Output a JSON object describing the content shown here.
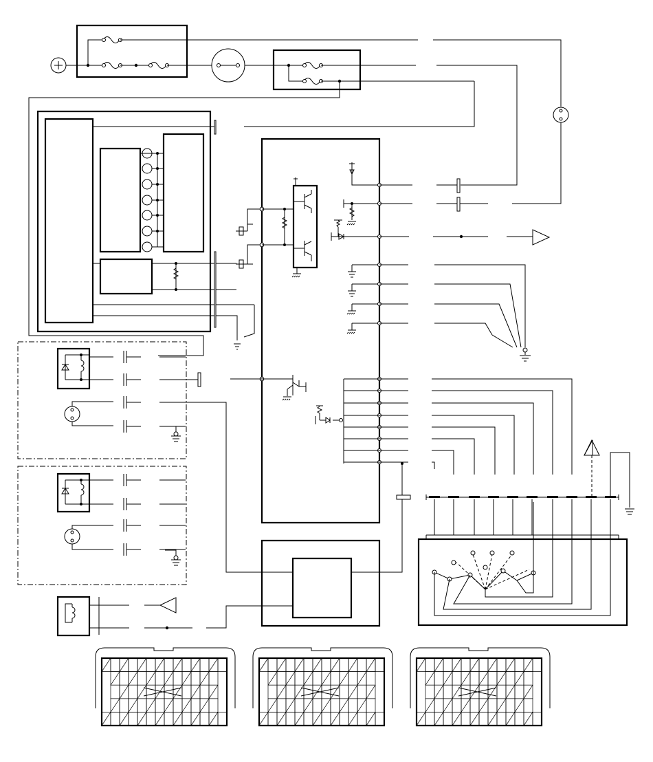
{
  "diagram": {
    "colors": {
      "line": "#000000",
      "background": "#ffffff"
    },
    "components": [
      {
        "name": "battery-terminal",
        "icon": "plus-symbol-icon"
      },
      {
        "name": "fusible-link-block",
        "icon": "fuse-icon"
      },
      {
        "name": "ignition-switch",
        "icon": "switch-circle-icon"
      },
      {
        "name": "fuse-relay-box",
        "icon": "fuse-icon"
      },
      {
        "name": "combination-meter",
        "icon": "gauge-cluster-icon"
      },
      {
        "name": "engine-control-module",
        "icon": "ecu-icon"
      },
      {
        "name": "relay-unit-1",
        "icon": "relay-coil-icon"
      },
      {
        "name": "relay-unit-2",
        "icon": "relay-coil-icon"
      },
      {
        "name": "relay-unit-3",
        "icon": "relay-coil-icon"
      },
      {
        "name": "sensor-module",
        "icon": "sensor-box-icon"
      },
      {
        "name": "rotary-switch-assembly",
        "icon": "rotary-switch-icon"
      },
      {
        "name": "ground-symbols",
        "icon": "ground-icon"
      },
      {
        "name": "connector-face-views",
        "icon": "connector-icon"
      }
    ],
    "connector_views": {
      "count": 3
    },
    "text_labels": []
  }
}
